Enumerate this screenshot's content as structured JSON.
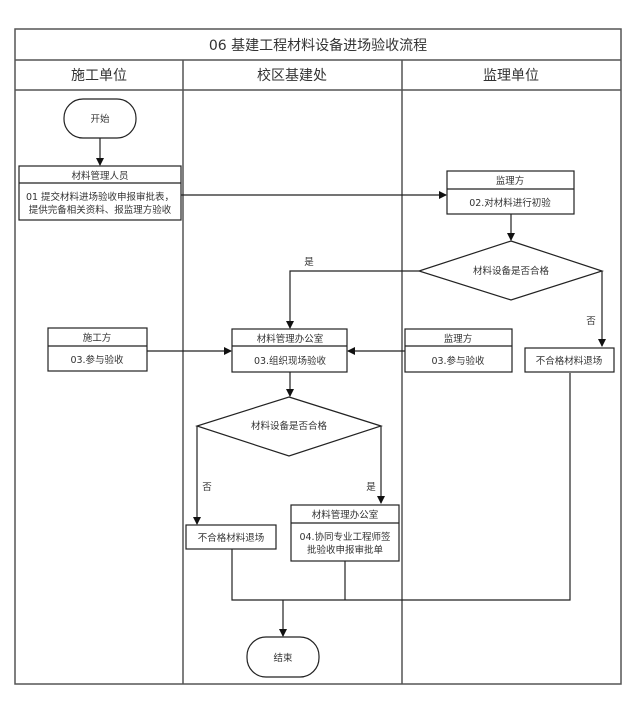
{
  "title": "06  基建工程材料设备进场验收流程",
  "lanes": [
    {
      "label": "施工单位"
    },
    {
      "label": "校区基建处"
    },
    {
      "label": "监理单位"
    }
  ],
  "nodes": {
    "start": {
      "text": "开始"
    },
    "step01": {
      "header": "材料管理人员",
      "lines": [
        "01 提交材料进场验收申报审批表，",
        "提供完备相关资料、报监理方验收"
      ]
    },
    "step02": {
      "header": "监理方",
      "lines": [
        "02.对材料进行初验"
      ]
    },
    "decision1": {
      "text": "材料设备是否合格"
    },
    "reject1": {
      "text": "不合格材料退场"
    },
    "step03_contractor": {
      "header": "施工方",
      "lines": [
        "03.参与验收"
      ]
    },
    "step03_office": {
      "header": "材料管理办公室",
      "lines": [
        "03.组织现场验收"
      ]
    },
    "step03_supervisor": {
      "header": "监理方",
      "lines": [
        "03.参与验收"
      ]
    },
    "decision2": {
      "text": "材料设备是否合格"
    },
    "reject2": {
      "text": "不合格材料退场"
    },
    "step04": {
      "header": "材料管理办公室",
      "lines": [
        "04.协同专业工程师签",
        "批验收申报审批单"
      ]
    },
    "end": {
      "text": "结束"
    }
  },
  "edge_labels": {
    "d1_yes": "是",
    "d1_no": "否",
    "d2_no": "否",
    "d2_yes": "是"
  }
}
